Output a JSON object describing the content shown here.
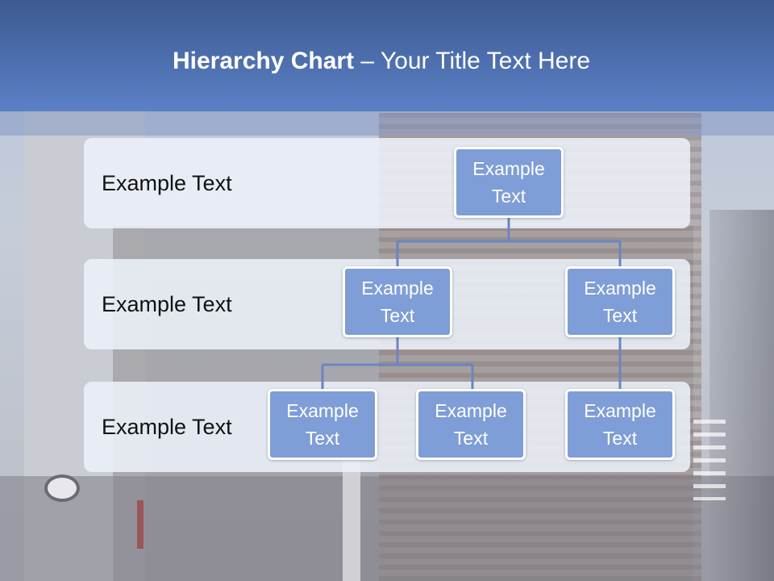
{
  "title": {
    "bold": "Hierarchy Chart",
    "rest": " – Your Title Text Here"
  },
  "levels": [
    {
      "label": "Example Text"
    },
    {
      "label": "Example Text"
    },
    {
      "label": "Example Text"
    }
  ],
  "nodes": {
    "root": "Example Text",
    "l2_a": "Example Text",
    "l2_b": "Example Text",
    "l3_a": "Example Text",
    "l3_b": "Example Text",
    "l3_c": "Example Text"
  },
  "colors": {
    "title_band": "#4d6fae",
    "node_fill": "#7f9dd6",
    "connector": "#6a86c0",
    "band_fill": "#ecf0f8"
  }
}
